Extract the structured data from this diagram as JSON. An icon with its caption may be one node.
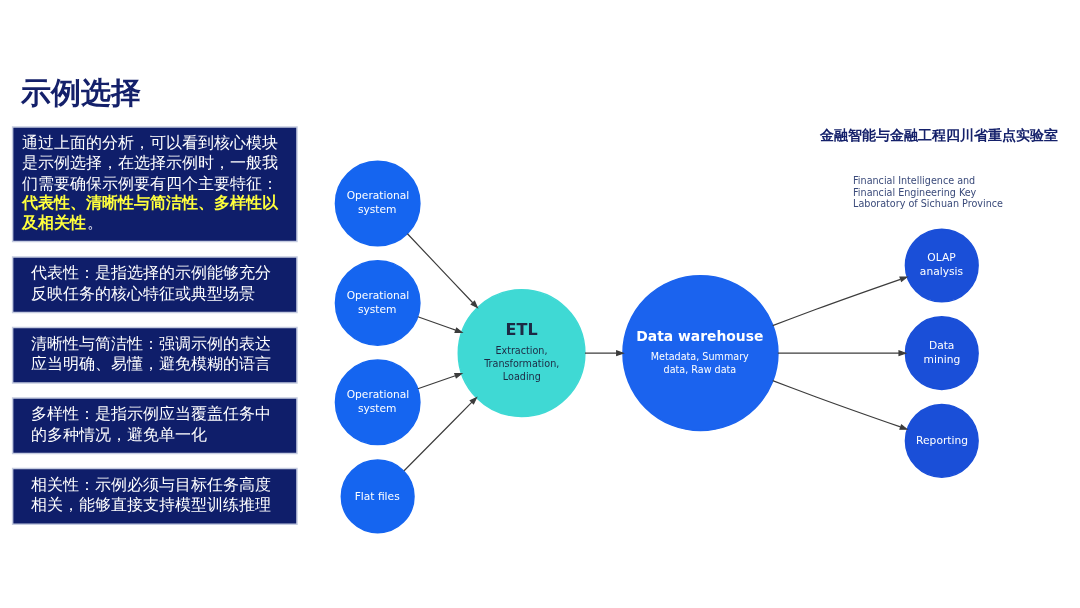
{
  "diagram": {
    "title": "示例选择",
    "nodes": [
      {
        "text": [
          "通过上面的分析，可以看到核心模块是示例选择，在选择示例时，一般我们需要确保示例要有四个主要特征：**代表性、清晰性与简洁性、多样性以及相关性**。"
        ]
      },
      {
        "text": [
          "代表性：是指选择的示例能够充分反映任务的核心特征或典型场景"
        ]
      },
      {
        "text": [
          "清晰性与简洁性：强调示例的表达应当明确、易懂，避免模糊的语言"
        ]
      },
      {
        "text": [
          "多样性：是指示例应当覆盖任务中的多种情况，避免单一化"
        ]
      },
      {
        "text": [
          "相关性：示例必须与目标任务高度相关，能够直接支持模型训练推理"
        ]
      },
      {
        "text": [
          "Operational system"
        ]
      },
      {
        "text": [
          "Operational system"
        ]
      },
      {
        "text": [
          "Operational system"
        ]
      },
      {
        "text": [
          "Flat files"
        ]
      },
      {
        "text": [
          "ETL",
          "Extraction, Transformation, Loading"
        ]
      },
      {
        "text": [
          "Data warehouse",
          "Metadata, Summary data, Raw data"
        ]
      },
      {
        "text": [
          "OLAP analysis"
        ]
      },
      {
        "text": [
          "Data mining"
        ]
      },
      {
        "text": [
          "Reporting"
        ]
      }
    ],
    "edges": [
      {
        "from": 5,
        "to": 9,
        "arrow": "to"
      },
      {
        "from": 6,
        "to": 9,
        "arrow": "to"
      },
      {
        "from": 7,
        "to": 9,
        "arrow": "to"
      },
      {
        "from": 8,
        "to": 9,
        "arrow": "to"
      },
      {
        "from": 9,
        "to": 10,
        "arrow": "to"
      },
      {
        "from": 10,
        "to": 11,
        "arrow": "to"
      },
      {
        "from": 10,
        "to": 12,
        "arrow": "to"
      },
      {
        "from": 10,
        "to": 13,
        "arrow": "to"
      }
    ],
    "labels": [
      "金融智能与金融工程四川省重点实验室",
      "Financial Intelligence and Financial Engineering Key Laboratory of Sichuan Province"
    ]
  }
}
